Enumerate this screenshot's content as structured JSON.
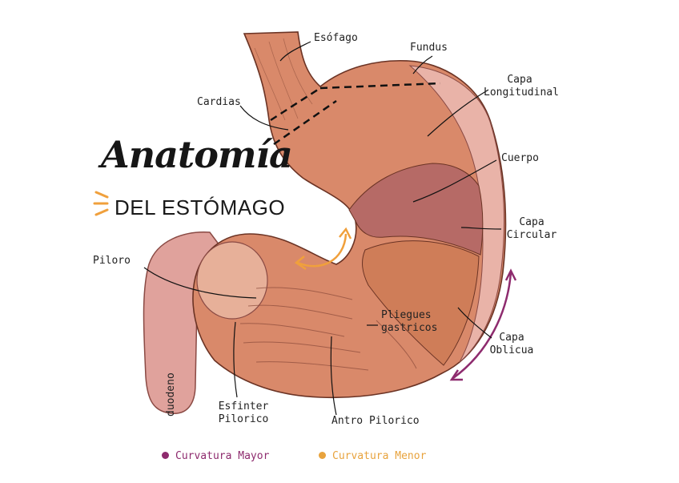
{
  "title": "Anatomía",
  "subtitle": "DEL ESTÓMAGO",
  "labels": {
    "esofago": "Esófago",
    "fundus": "Fundus",
    "cardias": "Cardias",
    "capa_longitudinal_1": "Capa",
    "capa_longitudinal_2": "Longitudinal",
    "cuerpo": "Cuerpo",
    "capa_circular_1": "Capa",
    "capa_circular_2": "Circular",
    "piloro": "Piloro",
    "pliegues_1": "Pliegues",
    "pliegues_2": "gastricos",
    "capa_oblicua_1": "Capa",
    "capa_oblicua_2": "Oblicua",
    "duodeno": "duodeno",
    "esfinter_1": "Esfinter",
    "esfinter_2": "Pilorico",
    "antro": "Antro Pilorico"
  },
  "legend": {
    "mayor": {
      "label": "Curvatura   Mayor",
      "color": "#8e2b6e"
    },
    "menor": {
      "label": "Curvatura   Menor",
      "color": "#e8a33d"
    }
  },
  "colors": {
    "stomach": "#d9896a",
    "stomach_dark": "#c06a4e",
    "inner_pink": "#e9b3a8",
    "circular_layer": "#b66a66",
    "oblique_layer": "#cf7d58",
    "duodenum": "#e0a29c",
    "accent_orange": "#f0a03c"
  }
}
